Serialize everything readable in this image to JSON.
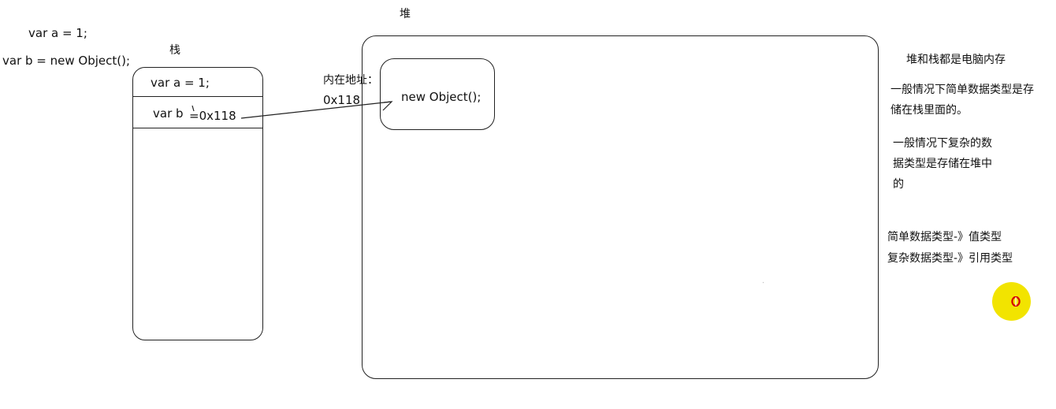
{
  "code": {
    "line1": "var a = 1;",
    "line2": "var b = new Object();"
  },
  "stack": {
    "title": "栈",
    "cell1": "var a = 1;",
    "cell2_label": "var b",
    "cell2_value": "=0x118"
  },
  "heap": {
    "title": "堆",
    "object_label": "new Object();"
  },
  "address": {
    "label": "内在地址：",
    "value": "0x118"
  },
  "notes": {
    "n1": "堆和栈都是电脑内存",
    "n2_line1": "一般情况下简单数据类型是存",
    "n2_line2": "储在栈里面的。",
    "n3_line1": "一般情况下复杂的数",
    "n3_line2": "据类型是存储在堆中",
    "n3_line3": "的",
    "n4": "简单数据类型-》值类型",
    "n5": "复杂数据类型-》引用类型"
  },
  "colors": {
    "cursor_highlight": "#f2e400",
    "cursor_icon": "#d40000",
    "stroke": "#222222"
  }
}
